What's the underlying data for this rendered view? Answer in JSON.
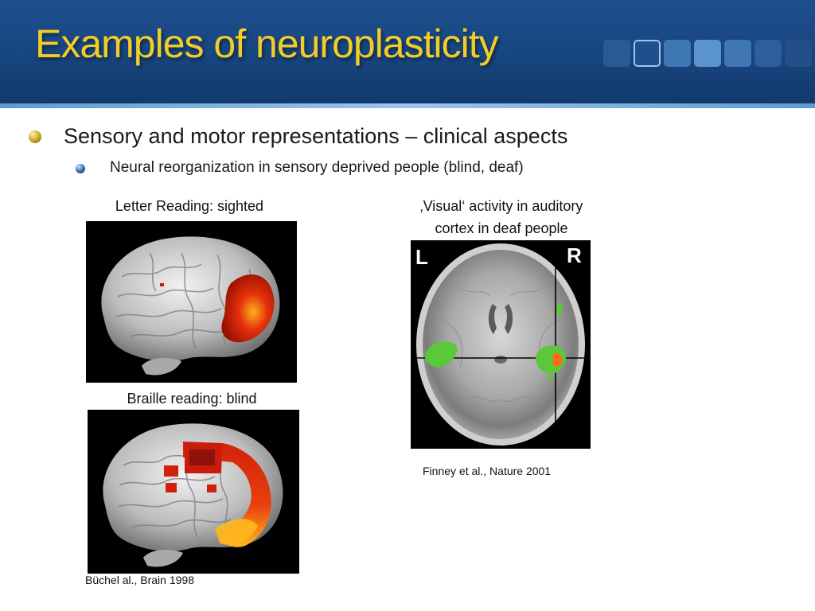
{
  "slide": {
    "title": "Examples of neuroplasticity",
    "bullets": [
      {
        "text": "Sensory and motor representations – clinical aspects",
        "level": 1
      },
      {
        "text": "Neural reorganization in sensory deprived people (blind, deaf)",
        "level": 2
      }
    ]
  },
  "figures": {
    "left_top_label": "Letter Reading: sighted",
    "left_bottom_label": "Braille reading: blind",
    "left_citation": "Büchel al., Brain 1998",
    "right_label_line1": "‚Visual‘ activity in auditory",
    "right_label_line2": "cortex  in deaf people",
    "right_citation": "Finney et al., Nature 2001",
    "scan_left_marker": "L",
    "scan_right_marker": "R"
  },
  "theme": {
    "header_blue": "#1a4a86",
    "title_yellow": "#f2cd2a",
    "activation_red": "#e0200c",
    "activation_green": "#5ac83a"
  },
  "decor": {
    "header_squares": [
      "#2b5a92",
      "#1f4f8e",
      "#3f76b4",
      "#5b93cf",
      "#3f76b4",
      "#2e5f9c",
      "#234f88"
    ]
  }
}
